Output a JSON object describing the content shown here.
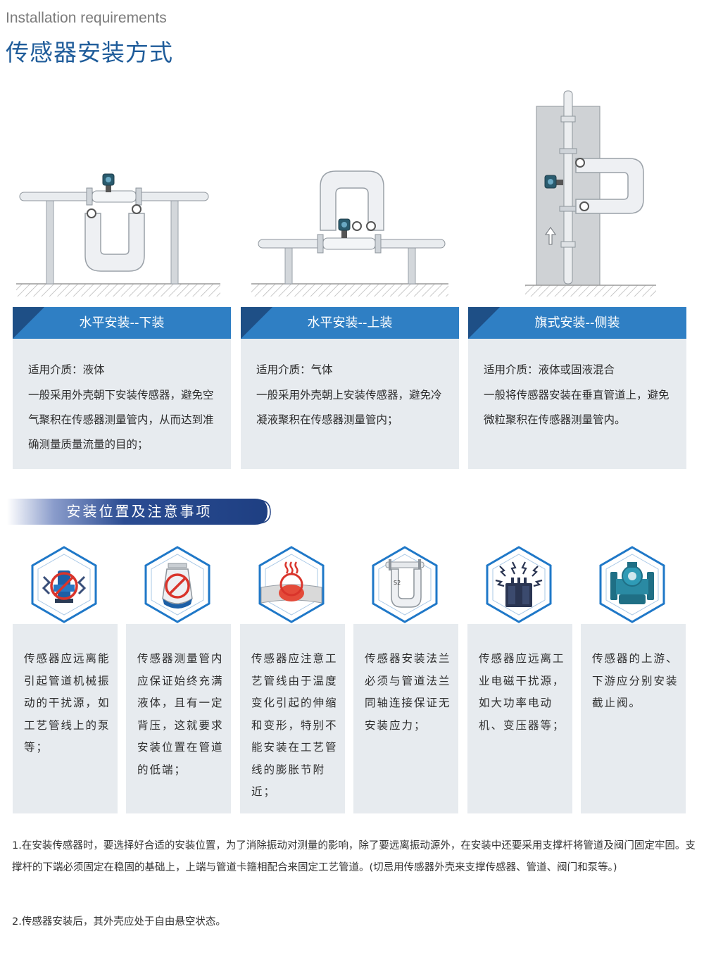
{
  "header": {
    "subtitle_en": "Installation requirements",
    "title_cn": "传感器安装方式"
  },
  "methods": [
    {
      "title": "水平安装--下装",
      "medium": "适用介质：液体",
      "description": "一般采用外壳朝下安装传感器，避免空气聚积在传感器测量管内，从而达到准确测量质量流量的目的；"
    },
    {
      "title": "水平安装--上装",
      "medium": "适用介质：气体",
      "description": "一般采用外壳朝上安装传感器，避免冷凝液聚积在传感器测量管内；"
    },
    {
      "title": "旗式安装--侧装",
      "medium": "适用介质：液体或固液混合",
      "description": "一般将传感器安装在垂直管道上，避免微粒聚积在传感器测量管内。"
    }
  ],
  "section_banner": "安装位置及注意事项",
  "notes": [
    {
      "icon": "pump-vibration-icon",
      "text": "传感器应远离能引起管道机械振动的干扰源，如工艺管线上的泵等；"
    },
    {
      "icon": "no-empty-pipe-icon",
      "text": "传感器测量管内应保证始终充满液体，且有一定背压，这就要求安装位置在管道的低端；"
    },
    {
      "icon": "pipe-heat-icon",
      "text": "传感器应注意工艺管线由于温度变化引起的伸缩和变形，特别不能安装在工艺管线的膨胀节附近；"
    },
    {
      "icon": "flowmeter-flange-icon",
      "text": "传感器安装法兰必须与管道法兰同轴连接保证无安装应力；"
    },
    {
      "icon": "transformer-interference-icon",
      "text": "传感器应远离工业电磁干扰源，如大功率电动机、变压器等；"
    },
    {
      "icon": "shutoff-valve-icon",
      "text": "传感器的上游、下游应分别安装截止阀。"
    }
  ],
  "footnotes": [
    "1.在安装传感器时，要选择好合适的安装位置，为了消除振动对测量的影响，除了要远离振动源外，在安装中还要采用支撑杆将管道及阀门固定牢固。支撑杆的下端必须固定在稳固的基础上，上端与管道卡箍相配合来固定工艺管道。(切忌用传感器外壳来支撑传感器、管道、阀门和泵等。)",
    "2.传感器安装后，其外壳应处于自由悬空状态。"
  ],
  "colors": {
    "title": "#1f5c9a",
    "card_header": "#2f7fc4",
    "card_corner": "#1e4f86",
    "card_body": "#e7ebef",
    "banner_dark": "#1e3f82",
    "hex_stroke": "#1f78c8"
  }
}
